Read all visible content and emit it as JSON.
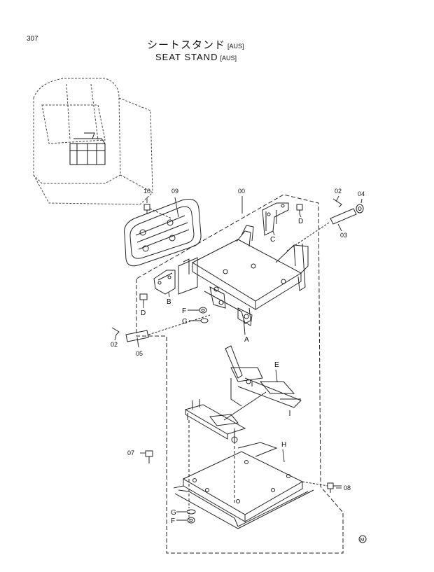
{
  "header": {
    "page_number": "307",
    "title_jp": "シートスタンド",
    "title_jp_tag": "[AUS]",
    "title_en": "SEAT STAND",
    "title_en_tag": "[AUS]"
  },
  "part_labels": {
    "p00": "00",
    "p02_top": "02",
    "p02_left": "02",
    "p03": "03",
    "p04": "04",
    "p05": "05",
    "p07": "07",
    "p08": "08",
    "p09": "09",
    "p10": "10"
  },
  "callout_letters": {
    "A": "A",
    "B": "B",
    "C": "C",
    "D_right": "D",
    "D_left": "D",
    "E": "E",
    "F_upper": "F",
    "F_lower": "F",
    "G_upper": "G",
    "G_lower": "G",
    "H": "H"
  },
  "footer": {
    "mark": "M"
  }
}
